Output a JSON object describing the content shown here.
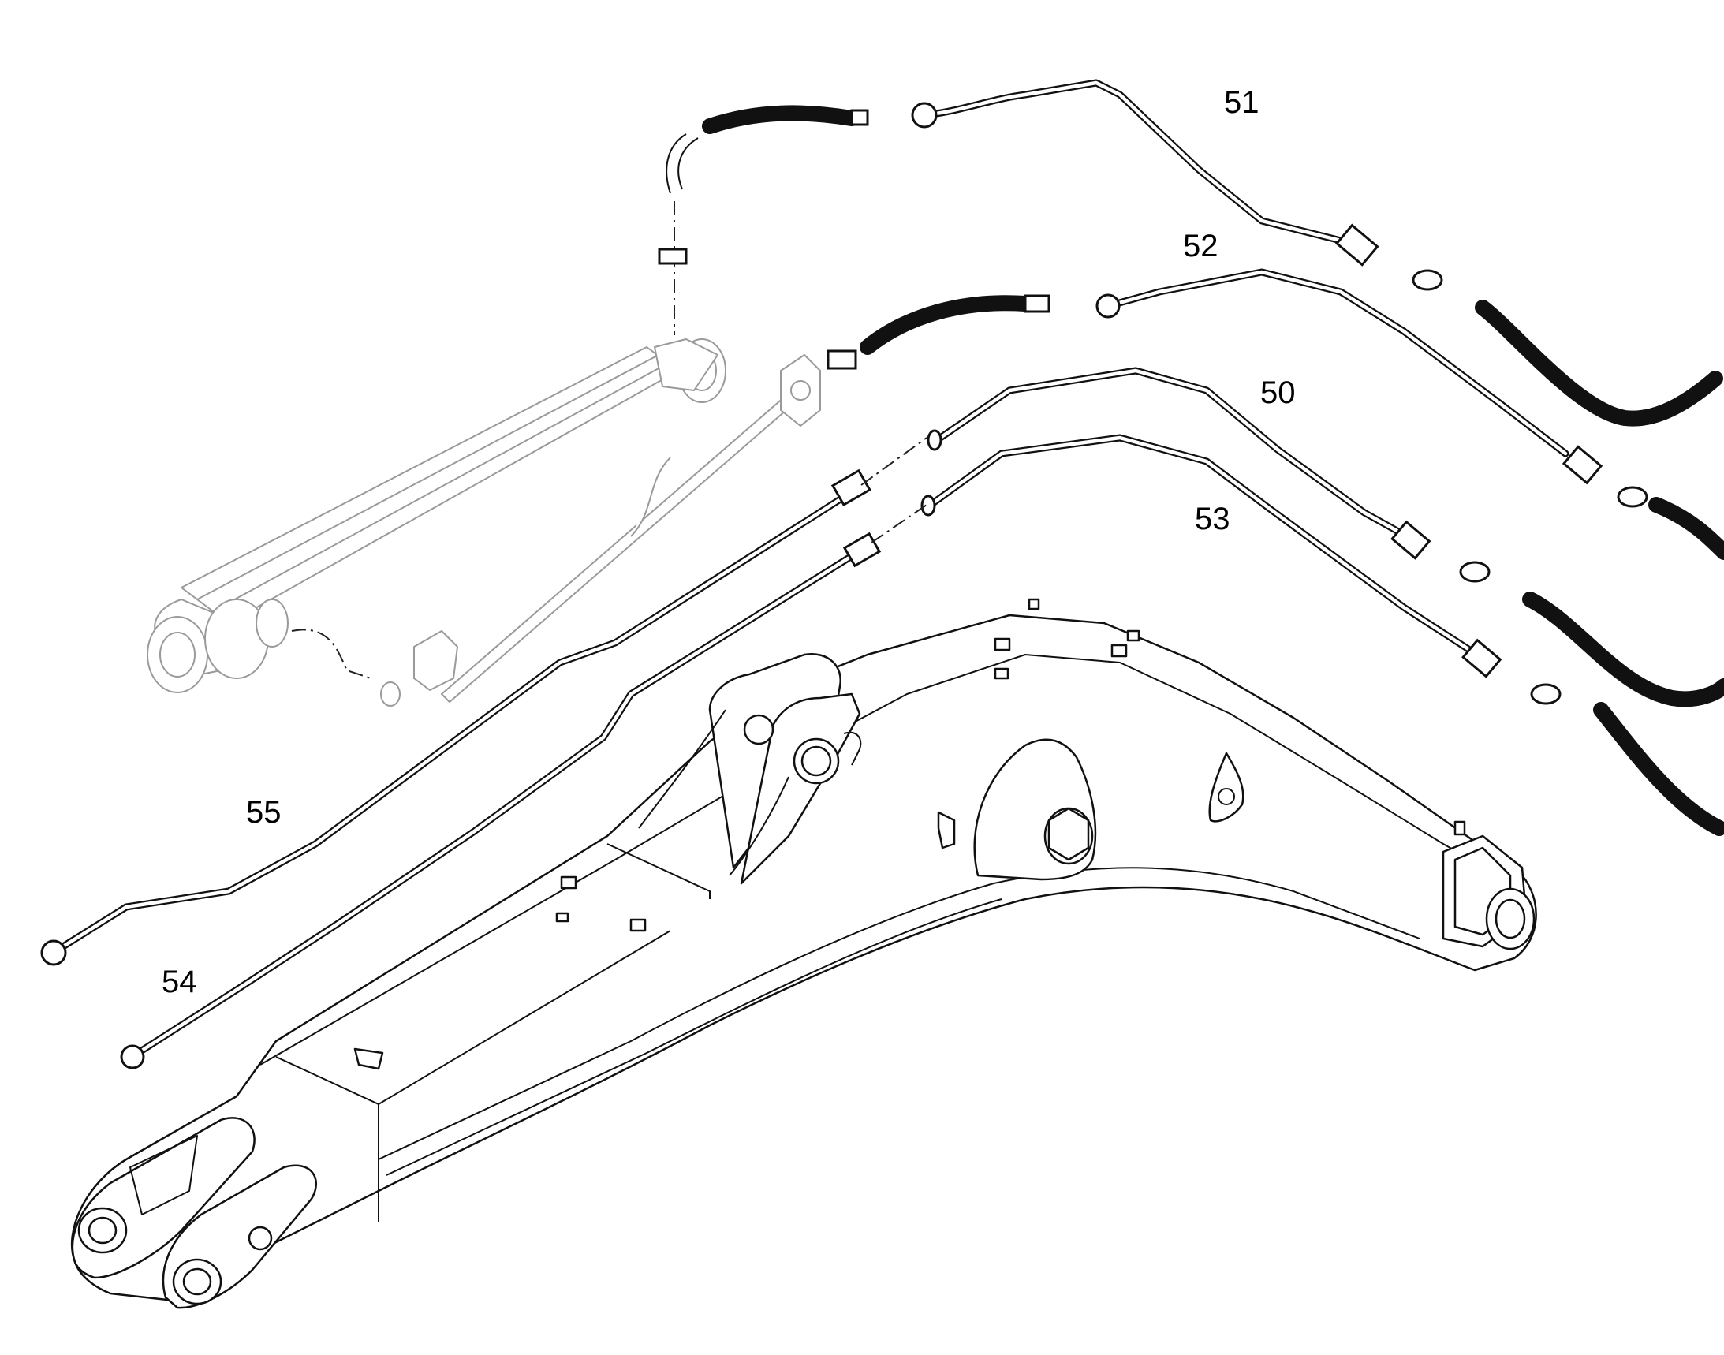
{
  "diagram": {
    "part_labels": [
      "50",
      "51",
      "52",
      "53",
      "54",
      "55"
    ]
  }
}
